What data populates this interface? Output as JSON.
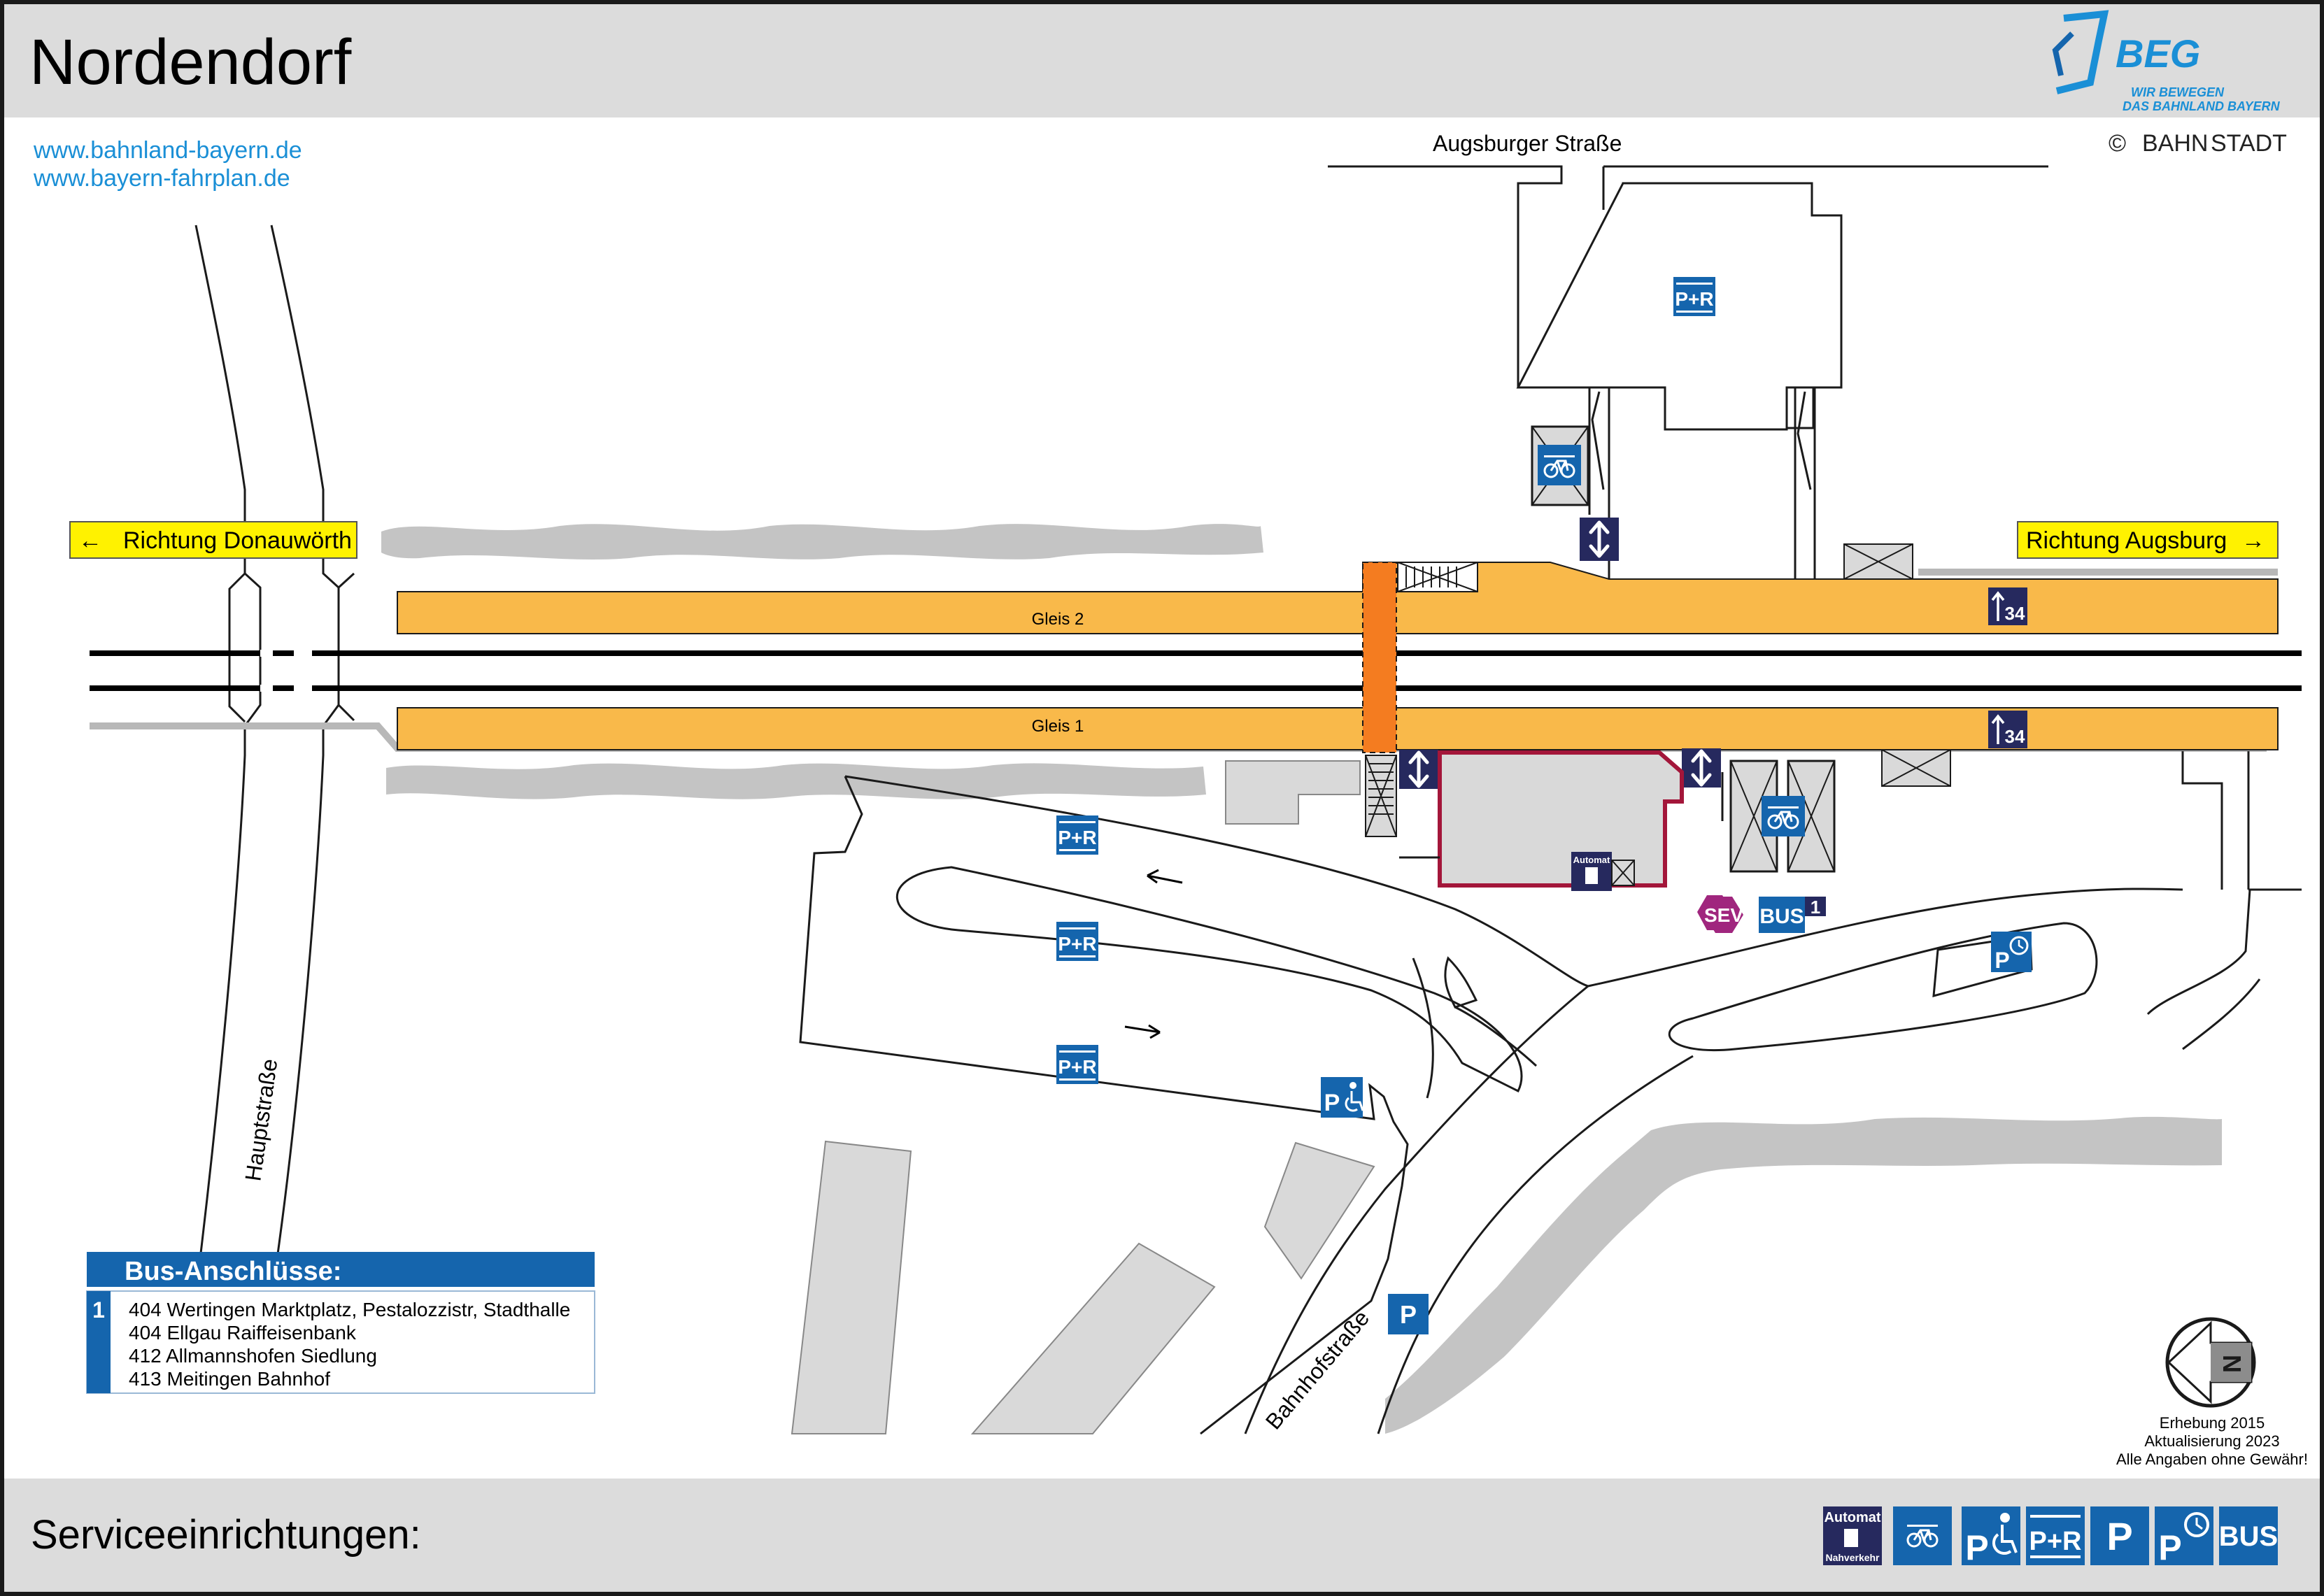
{
  "header": {
    "title": "Nordendorf",
    "urls": [
      "www.bahnland-bayern.de",
      "www.bayern-fahrplan.de"
    ],
    "logo": {
      "name": "BEG",
      "tagline_1": "WIR BEWEGEN",
      "tagline_2": "DAS BAHNLAND BAYERN"
    },
    "copyright_symbol": "©",
    "copyright_brand_1": "BAHN",
    "copyright_brand_2": "STADT"
  },
  "streets": {
    "augsburger": "Augsburger Straße",
    "haupt": "Hauptstraße",
    "bahnhof": "Bahnhofstraße"
  },
  "directions": {
    "west": "Richtung Donauwörth",
    "east": "Richtung Augsburg",
    "arrow_left": "←",
    "arrow_right": "→"
  },
  "platforms": {
    "track_2": "Gleis 2",
    "track_1": "Gleis 1",
    "height_label": "34"
  },
  "icons": {
    "park_ride": "P+R",
    "parking": "P",
    "bus": "BUS",
    "sev": "SEV",
    "bus_stop_number": "1",
    "automat": "Automat",
    "automat_sub": "Nahverkehr"
  },
  "bus_panel": {
    "heading": "Bus-Anschlüsse:",
    "stop_number": "1",
    "lines": [
      "404 Wertingen Marktplatz, Pestalozzistr, Stadthalle",
      "404 Ellgau Raiffeisenbank",
      "412 Allmannshofen Siedlung",
      "413 Meitingen Bahnhof"
    ]
  },
  "meta": {
    "survey": "Erhebung 2015",
    "update": "Aktualisierung 2023",
    "disclaimer": "Alle Angaben ohne Gewähr!",
    "compass_letter": "N"
  },
  "footer": {
    "label": "Serviceeinrichtungen:"
  },
  "colors": {
    "platform": "#f9b94a",
    "underpass": "#f47c20",
    "icon_blue": "#1565ad",
    "icon_navy": "#26295e",
    "station_border": "#a3163a",
    "sev_purple": "#a0267e",
    "direction_yellow": "#fff200",
    "link_blue": "#1a8fd6",
    "header_gray": "#dcdcdc",
    "building_gray": "#d9d9d9",
    "hedge_gray": "#c4c4c4"
  }
}
